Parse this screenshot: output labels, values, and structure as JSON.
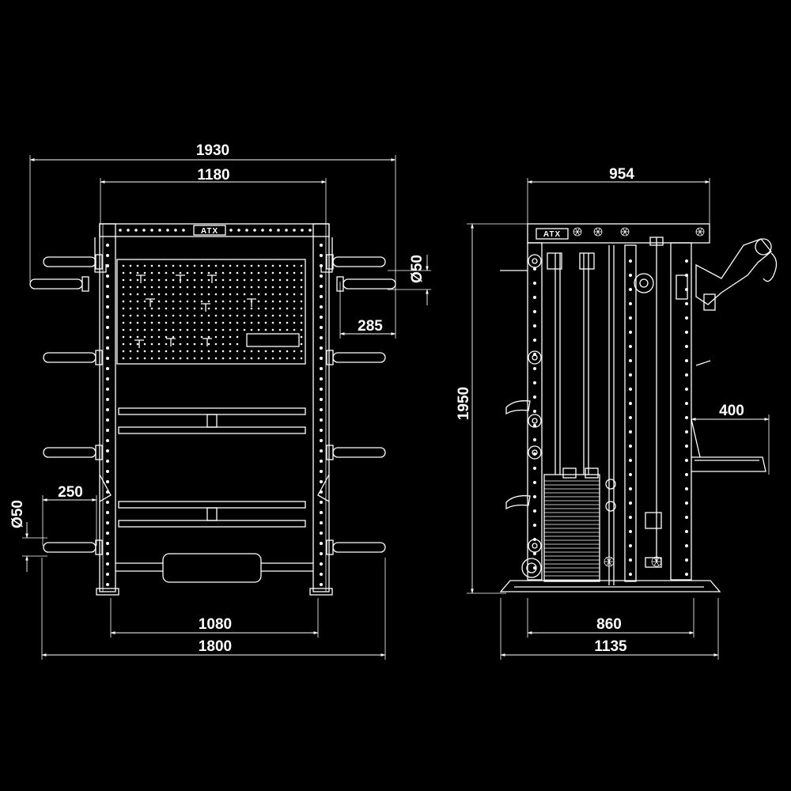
{
  "brand_logo": "ATX",
  "front_view": {
    "dimensions": {
      "overall_width_top": "1930",
      "inner_width_top": "1180",
      "bar_diameter_top": "Ø50",
      "bar_overhang": "285",
      "bar_overhang_left": "250",
      "bar_diameter_left": "Ø50",
      "inner_width_bottom": "1080",
      "overall_width_bottom": "1800"
    }
  },
  "side_view": {
    "dimensions": {
      "top_depth": "954",
      "height": "1950",
      "attachment_depth": "400",
      "base_inner_depth": "860",
      "base_overall_depth": "1135"
    }
  },
  "colors": {
    "background": "#000000",
    "line": "#ffffff"
  }
}
